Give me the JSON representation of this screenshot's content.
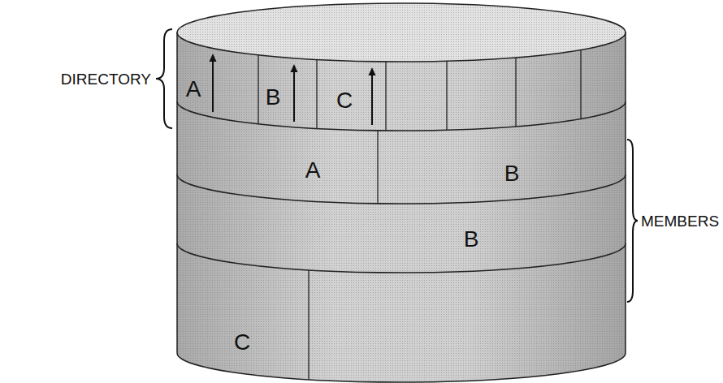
{
  "diagram": {
    "labels": [
      "DIRECTORY",
      "MEMBERS",
      "A",
      "B",
      "C",
      "A",
      "B",
      "B",
      "C"
    ]
  }
}
